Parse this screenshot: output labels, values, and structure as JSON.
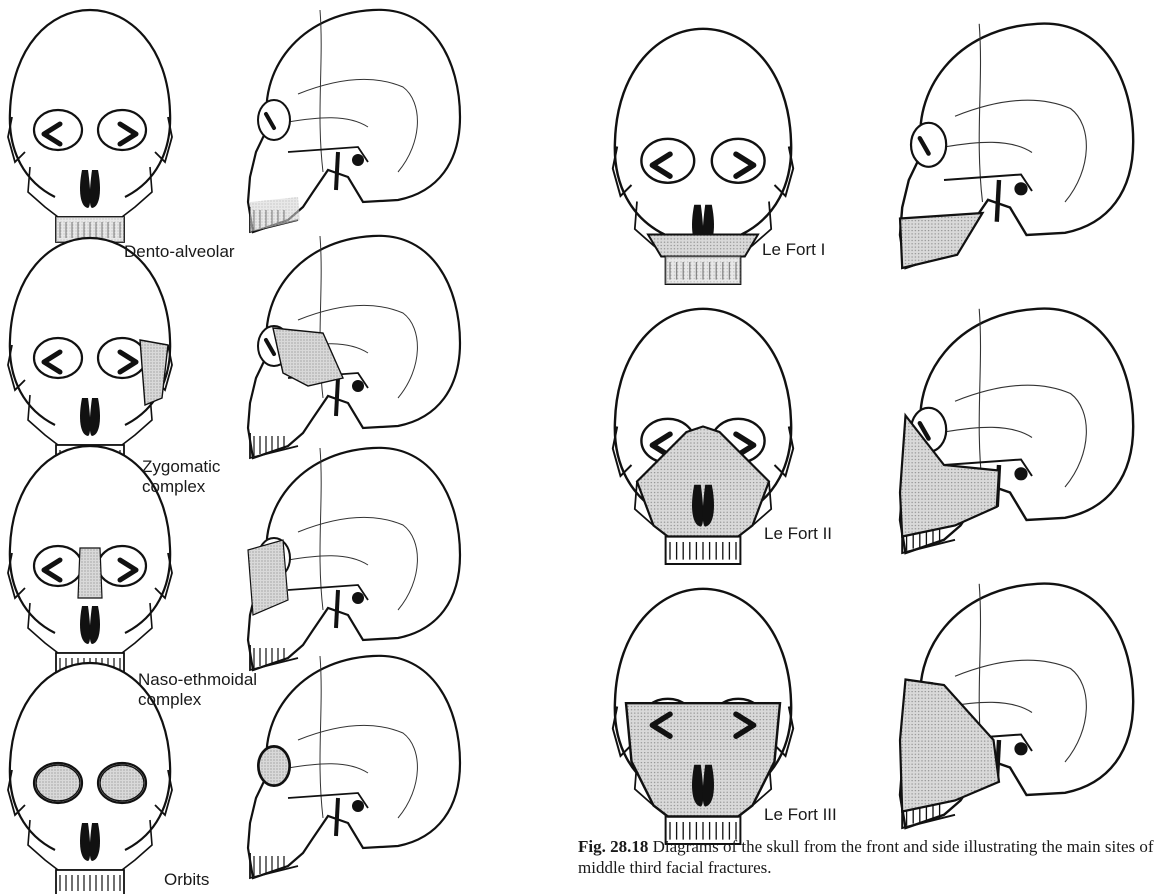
{
  "labels": {
    "dento_alveolar": "Dento-alveolar",
    "zygomatic_line1": "Zygomatic",
    "zygomatic_line2": "complex",
    "naso_line1": "Naso-ethmoidal",
    "naso_line2": "complex",
    "orbits": "Orbits",
    "le_fort_1": "Le Fort I",
    "le_fort_2": "Le Fort II",
    "le_fort_3": "Le Fort III"
  },
  "caption": {
    "figure_number": "Fig. 28.18",
    "text": " Diagrams of the skull from the front and side illustrating the main sites of middle third facial fractures."
  },
  "colors": {
    "line": "#111111",
    "shade": "#cfcfcf",
    "fill": "#ffffff"
  },
  "icons": {
    "front_skull": "front-skull-icon",
    "side_skull": "side-skull-icon"
  }
}
